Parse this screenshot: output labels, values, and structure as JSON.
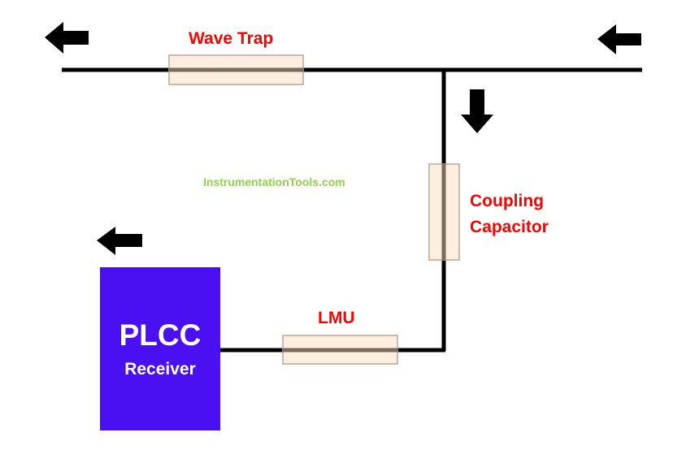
{
  "labels": {
    "wave_trap": "Wave Trap",
    "coupling_capacitor_line1": "Coupling",
    "coupling_capacitor_line2": "Capacitor",
    "lmu": "LMU",
    "plcc_title": "PLCC",
    "plcc_subtitle": "Receiver"
  },
  "watermark": "InstrumentationTools.com",
  "colors": {
    "line": "#000000",
    "component_fill": "#fdeee0",
    "component_stroke": "#b8a898",
    "component_core": "#7a6a5e",
    "label": "#ff0000",
    "watermark": "#92d050",
    "receiver_fill": "#4b10f2",
    "receiver_text": "#ffffff"
  },
  "icons": [
    "arrow-left-icon",
    "arrow-left-icon",
    "arrow-down-icon",
    "arrow-left-icon"
  ]
}
